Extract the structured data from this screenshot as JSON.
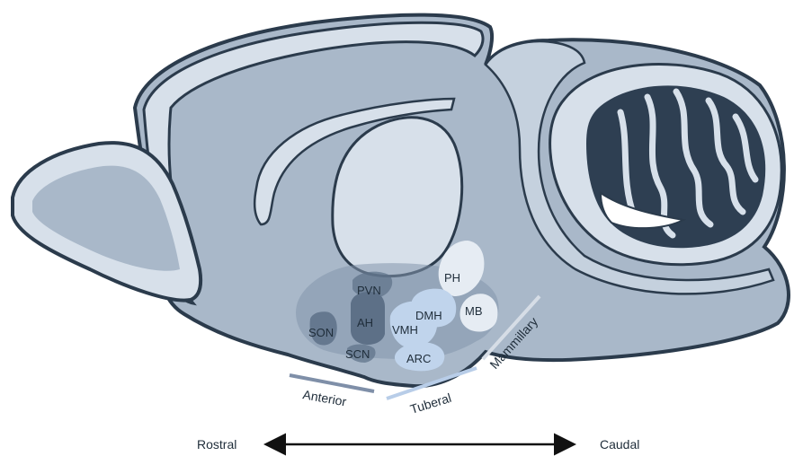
{
  "nuclei": {
    "pvn": "PVN",
    "ph": "PH",
    "ah": "AH",
    "dmh": "DMH",
    "mb": "MB",
    "son": "SON",
    "vmh": "VMH",
    "scn": "SCN",
    "arc": "ARC"
  },
  "regions": {
    "anterior": "Anterior",
    "tuberal": "Tuberal",
    "mammillary": "Mammillary"
  },
  "axis": {
    "left": "Rostral",
    "right": "Caudal"
  },
  "colors": {
    "outline": "#2b3b4c",
    "brain_fill": "#a9b8c9",
    "light_fill": "#d7e0ea",
    "medium_fill": "#8496ab",
    "dark_fill": "#5d7087",
    "cerebellum_dark": "#2e3f52",
    "nucleus_light": "#c0d4ec",
    "nucleus_pale": "#e6ecf3",
    "anterior_bar": "#7f8fa8",
    "tuberal_bar": "#b8cde8",
    "mammillary_bar": "#d6dde6"
  }
}
